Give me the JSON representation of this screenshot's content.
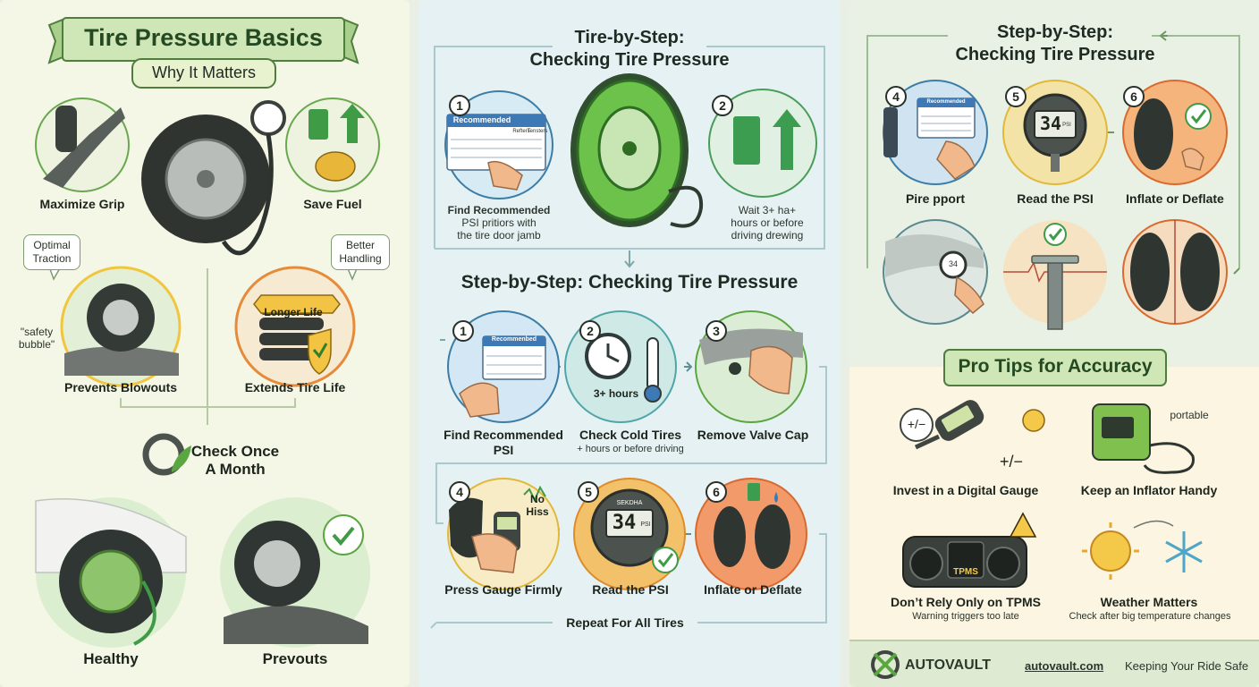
{
  "left": {
    "title": "Tire Pressure Basics",
    "subtitle": "Why It Matters",
    "grip": "Maximize Grip",
    "fuel": "Save Fuel",
    "traction_line1": "Optimal",
    "traction_line2": "Traction",
    "handling_line1": "Better",
    "handling_line2": "Handling",
    "safety_line1": "\"safety",
    "safety_line2": "bubble\"",
    "longer_life": "Longer Life",
    "blowouts": "Prevents Blowouts",
    "tire_life": "Extends Tire Life",
    "check_line1": "Check Once",
    "check_line2": "A Month",
    "healthy": "Healthy",
    "prevouts": "Prevouts"
  },
  "mid": {
    "top_title_line1": "Tire-by-Step:",
    "top_title_line2": "Checking Tire Pressure",
    "top_card_header": "Recommended",
    "top_col1": "Refters",
    "top_col2": "Tensters",
    "top_step1_line1": "Find Recommended",
    "top_step1_line2": "PSI pritiors with",
    "top_step1_line3": "the tire door jamb",
    "top_step2_line1": "Wait 3+ ha+",
    "top_step2_line2": "hours or before",
    "top_step2_line3": "driving drewing",
    "title2": "Step-by-Step: Checking Tire Pressure",
    "card_header": "Recommenbed",
    "hours": "3+ hours",
    "s1_line1": "Find Recommended",
    "s1_line2": "PSI",
    "s2": "Check Cold Tires",
    "s2_sub": "+ hours or before driving",
    "s3": "Remove Valve Cap",
    "no": "No",
    "hiss": "Hiss",
    "gauge_brand": "SEKDHA",
    "gauge_value": "34",
    "gauge_unit": "PSI",
    "s4": "Press Gauge Firmly",
    "s5": "Read the PSI",
    "s6": "Inflate or Deflate",
    "repeat": "Repeat For All Tires"
  },
  "right": {
    "title_line1": "Step-by-Step:",
    "title_line2": "Checking Tire Pressure",
    "card_header": "Recommended",
    "gauge_value": "34",
    "gauge_unit": "PSI",
    "small_gauge": "34",
    "s4": "Pire pport",
    "s5": "Read the PSI",
    "s6": "Inflate or Deflate",
    "tips_title": "Pro Tips for Accuracy",
    "plus_minus": "+/−",
    "plus_minus2": "+/−",
    "portable": "portable",
    "tip1": "Invest in a Digital Gauge",
    "tip2": "Keep an Inflator Handy",
    "tpms": "TPMS",
    "tip3": "Don’t Rely Only on TPMS",
    "tip3_sub": "Warning triggers too late",
    "tip4": "Weather Matters",
    "tip4_sub": "Check after big temperature changes",
    "brand": "AUTOVAULT",
    "site": "autovault.com",
    "tagline": "Keeping Your Ride Safe"
  },
  "colors": {
    "green": "#5aa640",
    "dark": "#27312a",
    "orange": "#e58b3a",
    "yellow": "#f4c94a",
    "teal": "#4fa6a8"
  },
  "numbers": {
    "n1": "1",
    "n2": "2",
    "n3": "3",
    "n4": "4",
    "n5": "5",
    "n6": "6"
  }
}
